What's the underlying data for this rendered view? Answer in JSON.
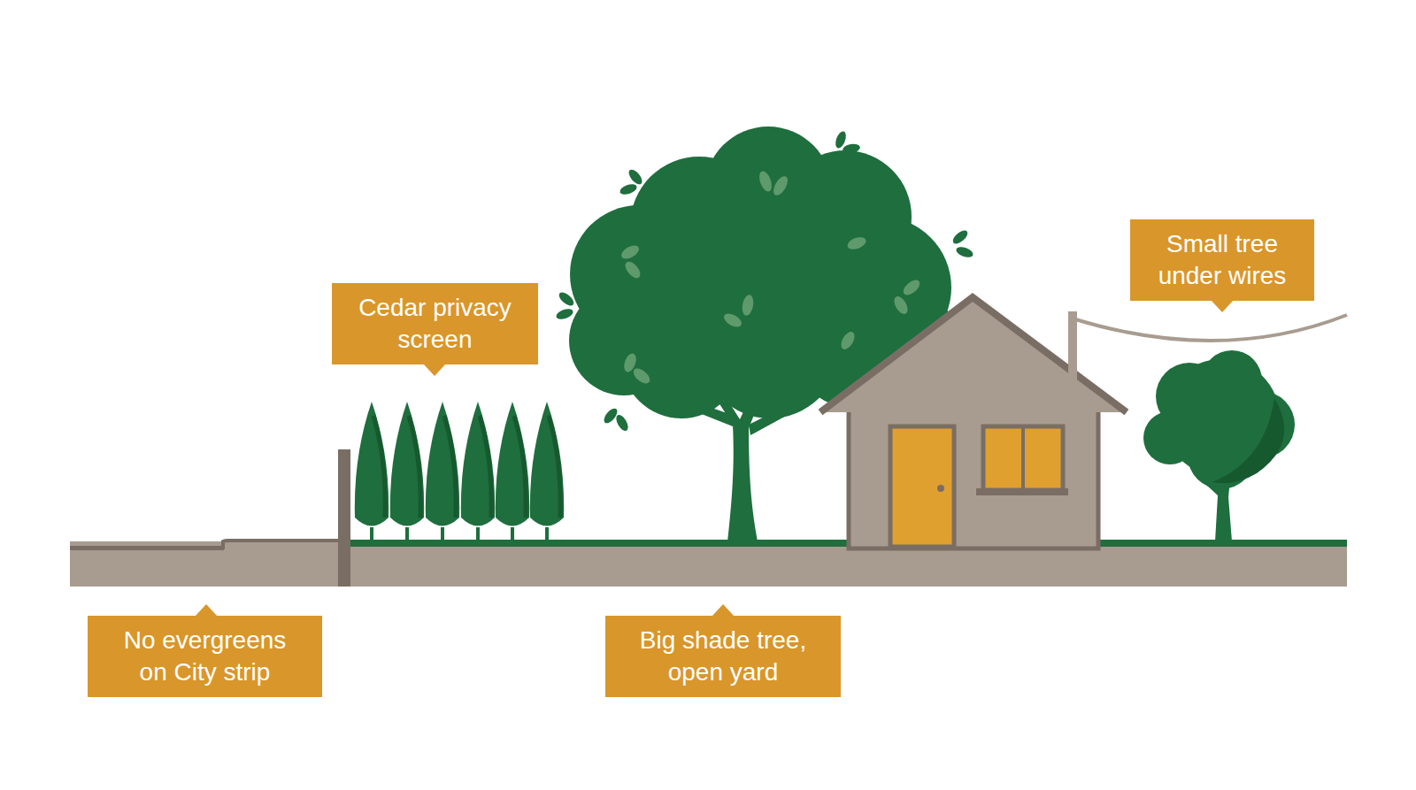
{
  "diagram": {
    "nodes": [
      {
        "text": [
          "Cedar privacy screen"
        ]
      },
      {
        "text": [
          "Small tree under wires"
        ]
      },
      {
        "text": [
          "No evergreens on City strip"
        ]
      },
      {
        "text": [
          "Big shade tree, open yard"
        ]
      }
    ]
  }
}
